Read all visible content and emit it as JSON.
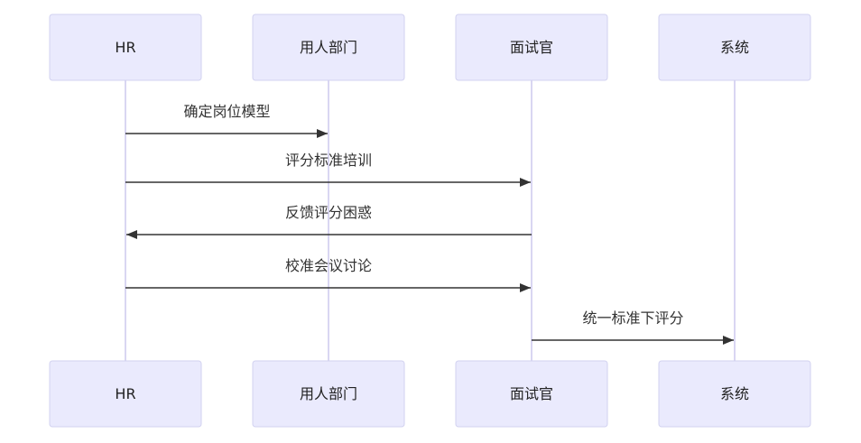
{
  "actors": [
    {
      "id": "hr",
      "label": "HR"
    },
    {
      "id": "dept",
      "label": "用人部门"
    },
    {
      "id": "interviewer",
      "label": "面试官"
    },
    {
      "id": "system",
      "label": "系统"
    }
  ],
  "messages": [
    {
      "from": "hr",
      "to": "dept",
      "label": "确定岗位模型"
    },
    {
      "from": "hr",
      "to": "interviewer",
      "label": "评分标准培训"
    },
    {
      "from": "interviewer",
      "to": "hr",
      "label": "反馈评分困惑"
    },
    {
      "from": "hr",
      "to": "interviewer",
      "label": "校准会议讨论"
    },
    {
      "from": "interviewer",
      "to": "system",
      "label": "统一标准下评分"
    }
  ],
  "colors": {
    "actor_fill": "#eaeafd",
    "actor_stroke": "#d2d2f0",
    "lifeline": "#d9d6f2",
    "arrow": "#333333"
  }
}
